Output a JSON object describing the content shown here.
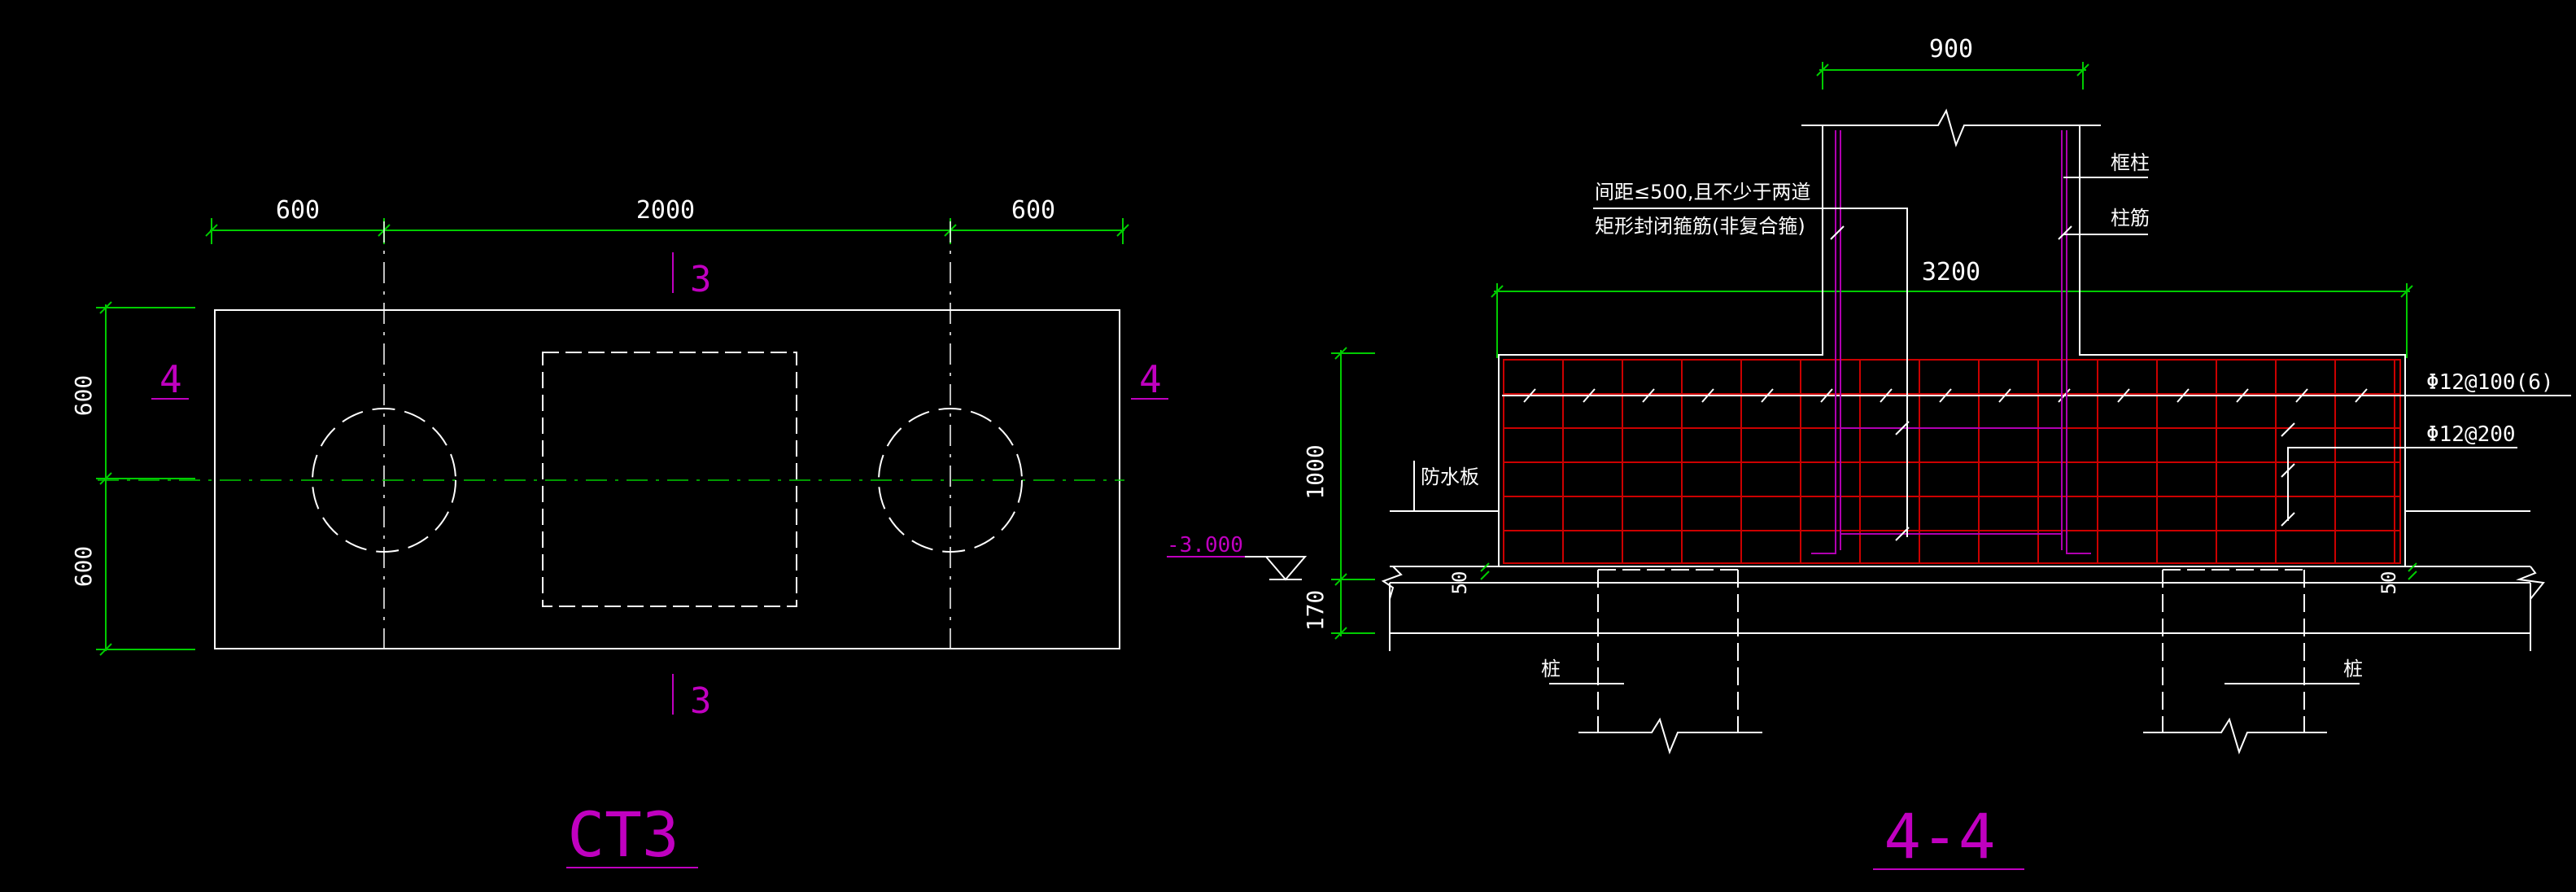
{
  "colors": {
    "background": "#000000",
    "outline": "#ffffff",
    "dimension": "#00cc00",
    "label": "#c000c0",
    "rebar": "#cc0000",
    "magenta_line": "#b000b0"
  },
  "plan": {
    "title": "CT3",
    "dims_top": [
      "600",
      "2000",
      "600"
    ],
    "dims_left": [
      "600",
      "600"
    ],
    "section_mark_top": "3",
    "section_mark_bottom": "3",
    "section_mark_left": "4",
    "section_mark_right": "4"
  },
  "section": {
    "title": "4-4",
    "dim_column_width": "900",
    "dim_cap_width": "3200",
    "dim_cap_height": "1000",
    "dim_cushion": "170",
    "dim_cover_left": "50",
    "dim_cover_right": "50",
    "elevation": "-3.000",
    "note_line1": "间距≤500,且不少于两道",
    "note_line2": "矩形封闭箍筋(非复合箍)",
    "label_column": "框柱",
    "label_column_rebar": "柱筋",
    "label_rebar_top": "Φ12@100(6)",
    "label_rebar_side": "Φ12@200",
    "label_waterproof": "防水板",
    "label_pile_left": "桩",
    "label_pile_right": "桩"
  }
}
